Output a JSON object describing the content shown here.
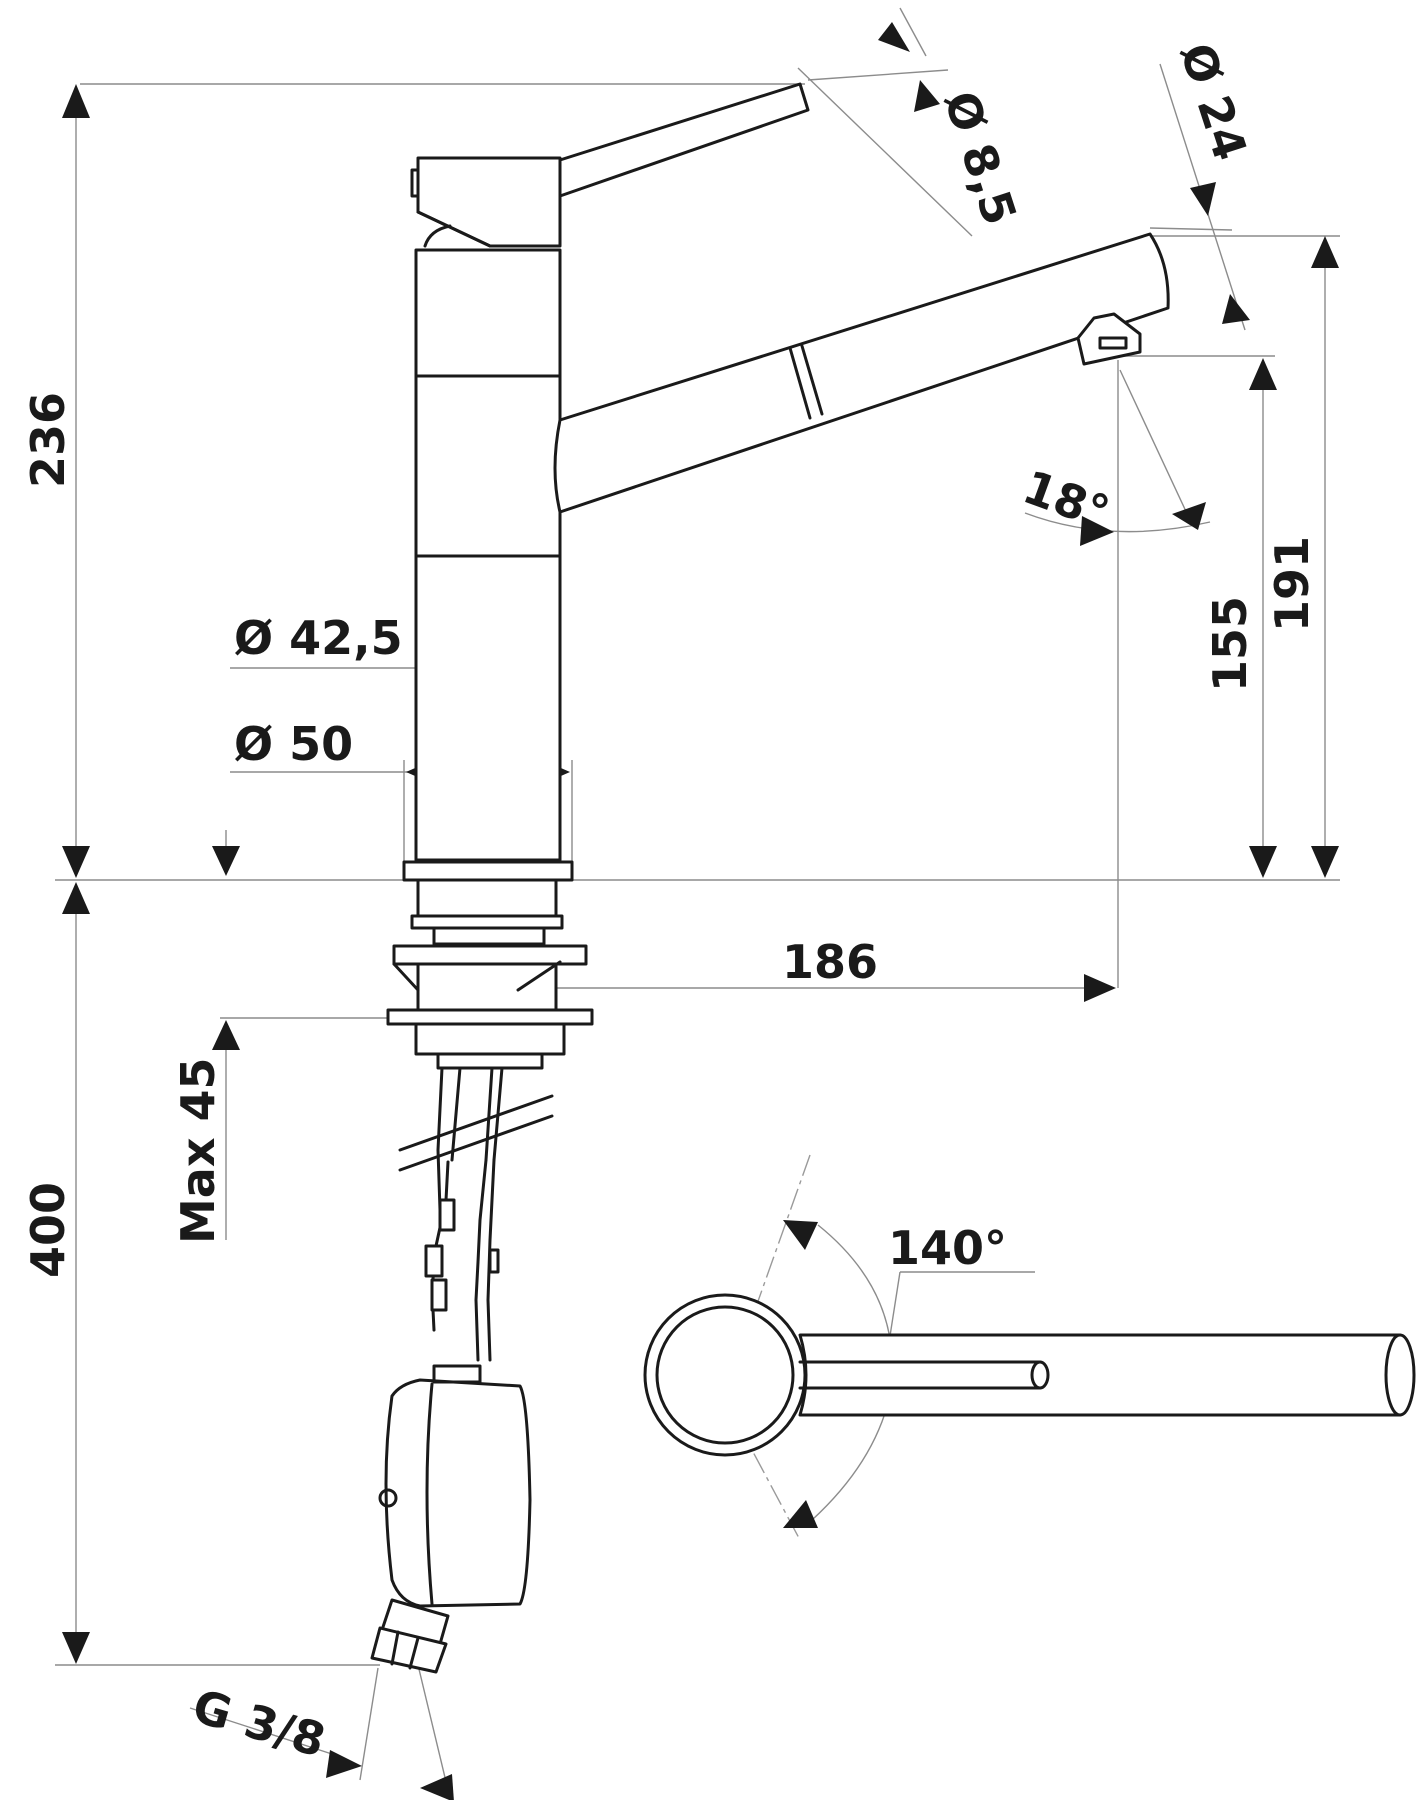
{
  "dimensions": {
    "height_above_deck": "236",
    "height_below_deck": "400",
    "spout_outlet_height": "155",
    "spout_top_height": "191",
    "spout_reach": "186",
    "body_diameter": "Ø 42,5",
    "base_diameter": "Ø 50",
    "lever_diameter": "Ø 8,5",
    "spout_diameter": "Ø 24",
    "spray_angle": "18°",
    "max_deck_thickness": "Max 45",
    "connection_thread": "G 3/8",
    "swivel_angle": "140°"
  },
  "colors": {
    "line": "#1a1a1a",
    "dimension_line": "#8c8c8c",
    "background": "#ffffff"
  }
}
